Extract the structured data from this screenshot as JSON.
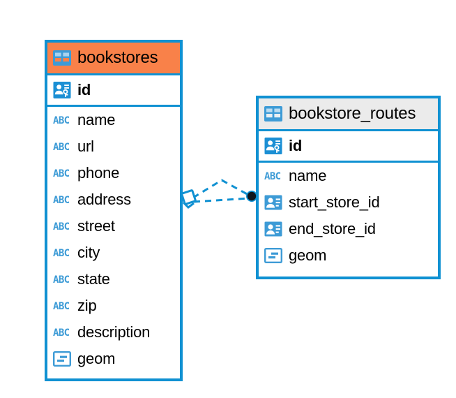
{
  "diagram": {
    "type": "entity-relationship-diagram",
    "colors": {
      "border": "#1091D2",
      "selected_header": "#F98149",
      "header": "#ebebeb",
      "icon_blue": "#3D9BD6",
      "connector": "#1091D2",
      "connector_endpoint": "#11151C",
      "background": "#ffffff"
    },
    "entities": [
      {
        "name": "bookstores",
        "selected": true,
        "fields": [
          {
            "name": "id",
            "icon": "primary-key-icon",
            "bold": true
          },
          {
            "name": "name",
            "icon": "abc-text-icon",
            "bold": false
          },
          {
            "name": "url",
            "icon": "abc-text-icon",
            "bold": false
          },
          {
            "name": "phone",
            "icon": "abc-text-icon",
            "bold": false
          },
          {
            "name": "address",
            "icon": "abc-text-icon",
            "bold": false
          },
          {
            "name": "street",
            "icon": "abc-text-icon",
            "bold": false
          },
          {
            "name": "city",
            "icon": "abc-text-icon",
            "bold": false
          },
          {
            "name": "state",
            "icon": "abc-text-icon",
            "bold": false
          },
          {
            "name": "zip",
            "icon": "abc-text-icon",
            "bold": false
          },
          {
            "name": "description",
            "icon": "abc-text-icon",
            "bold": false
          },
          {
            "name": "geom",
            "icon": "geometry-icon",
            "bold": false
          }
        ]
      },
      {
        "name": "bookstore_routes",
        "selected": false,
        "fields": [
          {
            "name": "id",
            "icon": "primary-key-icon",
            "bold": true
          },
          {
            "name": "name",
            "icon": "abc-text-icon",
            "bold": false
          },
          {
            "name": "start_store_id",
            "icon": "foreign-key-icon",
            "bold": false
          },
          {
            "name": "end_store_id",
            "icon": "foreign-key-icon",
            "bold": false
          },
          {
            "name": "geom",
            "icon": "geometry-icon",
            "bold": false
          }
        ]
      }
    ],
    "relationship": {
      "from": "bookstores",
      "to": "bookstore_routes",
      "line_style": "dashed",
      "source_endpoint": "diamond",
      "target_endpoint": "filled-circle"
    }
  }
}
